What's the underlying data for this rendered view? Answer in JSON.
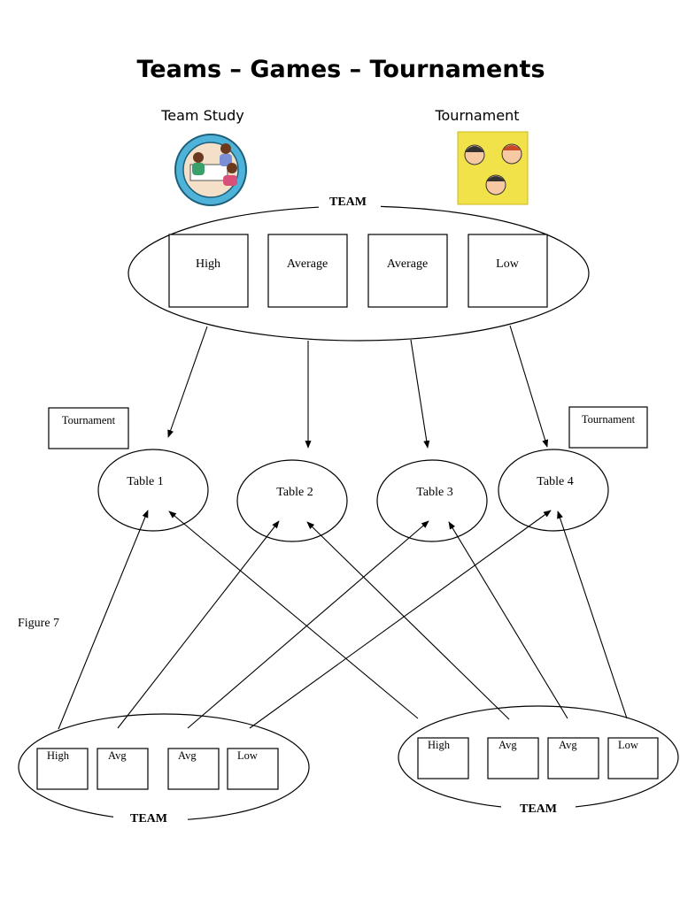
{
  "title": "Teams – Games – Tournaments",
  "team_study": {
    "label": "Team Study",
    "icon": "team-study-clipart"
  },
  "tournament": {
    "label": "Tournament",
    "icon": "tournament-faces-clipart"
  },
  "top_team": {
    "label": "TEAM",
    "members": [
      "High",
      "Average",
      "Average",
      "Low"
    ]
  },
  "tournament_notes": [
    "Tournament",
    "Tournament"
  ],
  "tables": [
    "Table 1",
    "Table 2",
    "Table 3",
    "Table 4"
  ],
  "figure_caption": "Figure 7",
  "bottom_teams": [
    {
      "label": "TEAM",
      "members": [
        "High",
        "Avg",
        "Avg",
        "Low"
      ]
    },
    {
      "label": "TEAM",
      "members": [
        "High",
        "Avg",
        "Avg",
        "Low"
      ]
    }
  ],
  "colors": {
    "study_frame": "#4fb3d9",
    "tournament_bg": "#f2e24a"
  }
}
